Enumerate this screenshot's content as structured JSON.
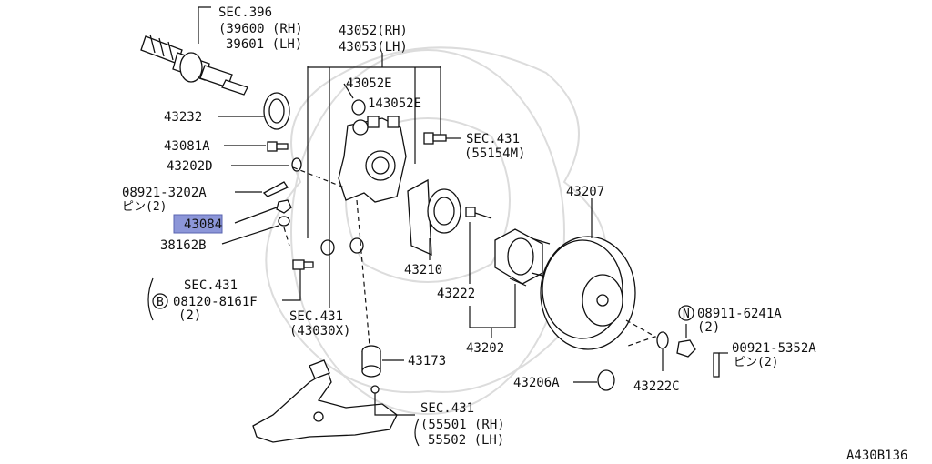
{
  "diagram_id": "A430B136",
  "callouts": {
    "sec396": "SEC.396",
    "rh_39600": "(39600 (RH)",
    "lh_39601": "39601 (LH)",
    "p43052rh": "43052(RH)",
    "p43053lh": "43053(LH)",
    "p43052e_a": "43052E",
    "p43052e_b": "143052E",
    "p43232": "43232",
    "p43081a": "43081A",
    "p43202d": "43202D",
    "p08921": "08921-3202A",
    "pin2_a": "ピン(2)",
    "p43084": "43084",
    "p38162b": "38162B",
    "sec431_top": "SEC.431",
    "p55154m": "(55154M)",
    "p43207": "43207",
    "p43210": "43210",
    "p43222": "43222",
    "p43202": "43202",
    "sec431_b": "SEC.431",
    "b_circle": "B",
    "p08120": "08120-8161F",
    "qty2_b": "(2)",
    "sec431_c": "SEC.431",
    "p43030x": "(43030X)",
    "n_circle": "N",
    "p08911": "08911-6241A",
    "qty2_n": "(2)",
    "p00921": "00921-5352A",
    "pin2_b": "ピン(2)",
    "p43222c": "43222C",
    "p43206a": "43206A",
    "p43173": "43173",
    "sec431_d": "SEC.431",
    "p55501": "(55501 (RH)",
    "p55502": "55502 (LH)"
  },
  "highlight_color": "#8c96d8"
}
